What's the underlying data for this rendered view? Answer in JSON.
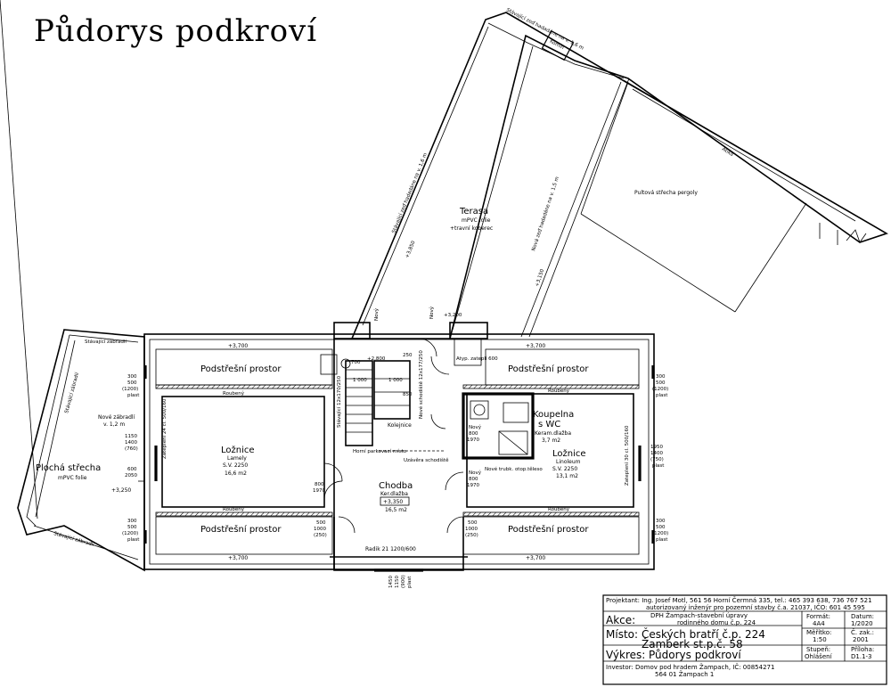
{
  "title": "Půdorys podkroví",
  "labels": {
    "terasa": "Terasa",
    "terasa_sub1": "mPVC folie",
    "terasa_sub2": "+travní koberec",
    "pultova": "Pultová střecha pergoly",
    "komin": "Komín",
    "atika": "Atika",
    "stav_zed_top": "Stávající zeď hadadáne na v. 1,6 m",
    "stav_zed_left": "Stávající zeď hadadáne na v. 1,6 m",
    "nova_zed_right": "Nová zeď hadadáne na v. 1,5 m",
    "lev_3850": "+3,850",
    "lev_3150": "+3,150",
    "lev_3200": "+3,200",
    "lev_3700": "+3,700",
    "lev_3250": "+3,250",
    "lev_2800": "+2,800",
    "podstresni": "Podstřešní prostor",
    "loznice": "Ložnice",
    "loznice_l_sub1": "Lamely",
    "loznice_l_sub2": "S.V. 2250",
    "loznice_l_area": "16,6 m2",
    "loznice_r_sub1": "Linoleum",
    "loznice_r_sub2": "S.V. 2250",
    "loznice_r_area": "13,1 m2",
    "koupelna": "Koupelna",
    "koupelna2": "s WC",
    "koupelna_sub1": "Keram.dlažba",
    "koupelna_sub2": "3,7 m2",
    "chodba": "Chodba",
    "chodba_sub1": "Ker.dlažba",
    "chodba_lev": "+3,350",
    "chodba_area": "16,5 m2",
    "plocha": "Plochá střecha",
    "plocha_sub": "mPVC folie",
    "stav_zabradli": "Stávající zábradlí",
    "nove_zabradli": "Nové zábradlí",
    "nove_zabradli_v": "v. 1,2 m",
    "roubeny": "Roubený",
    "radiator": "Radik 21 1200/600",
    "kolejnice": "Kolejnice",
    "horni_park": "Horní parkovací místo",
    "uzavera": "Uzávěra schodiště",
    "nove_trubk": "Nové trubk. otop.těleso",
    "atyp": "Atyp. zateplí 600",
    "win_300": "300",
    "win_500": "500",
    "win_1200": "(1200)",
    "win_plast": "plast",
    "win_1000": "1000",
    "win_250": "(250)",
    "win_1950": "1950",
    "win_1400": "1400",
    "win_750": "(750)",
    "win_1150": "1150",
    "win_760": "(760)",
    "win_600": "600",
    "win_2050": "2050",
    "door_800": "800",
    "door_1970": "1970",
    "door_novy": "Nový",
    "dim_700": "700",
    "dim_1000": "1 000",
    "dim_250": "250",
    "dim_850": "850",
    "bot_1450": "1450",
    "bot_1150": "1150",
    "bot_900": "(900)",
    "bot_plast": "plast",
    "zatepl_left": "Zateplení 24 cl. 500/160",
    "zatepl_right": "Zateplení 30 cl. 500/160",
    "stairs_note": "Stávající 12x170/250",
    "new_stairs": "Nové schodiště 12x177/250"
  },
  "titleblock": {
    "projektant": "Projektant: Ing. Josef Motl, 561 56 Horní Čermná 335, tel.: 465 393 638, 736 767 521",
    "projektant2": "autorizovaný inženýr pro pozemní stavby č.a. 21037, IČO: 601 45 595",
    "akce_label": "Akce:",
    "akce_text1": "DPH Žampach-stavební úpravy",
    "akce_text2": "rodinného domu č.p. 224",
    "misto_label": "Místo:",
    "misto_text1": "Českých bratří č.p. 224",
    "misto_text2": "Žamberk st.p.č. 58",
    "vykres_label": "Výkres:",
    "vykres_text": "Půdorys podkroví",
    "investor": "Investor: Domov pod hradem Žampach, IČ: 00854271",
    "investor2": "564 01 Žampach 1",
    "format_l": "Formát:",
    "format_v": "4A4",
    "datum_l": "Datum:",
    "datum_v": "1/2020",
    "meritko_l": "Měřítko:",
    "meritko_v": "1:50",
    "zak_l": "Č. zak.:",
    "zak_v": "2001",
    "stupen_l": "Stupeň:",
    "stupen_v": "Ohlášení",
    "priloha_l": "Příloha:",
    "priloha_v": "D1.1-3"
  }
}
